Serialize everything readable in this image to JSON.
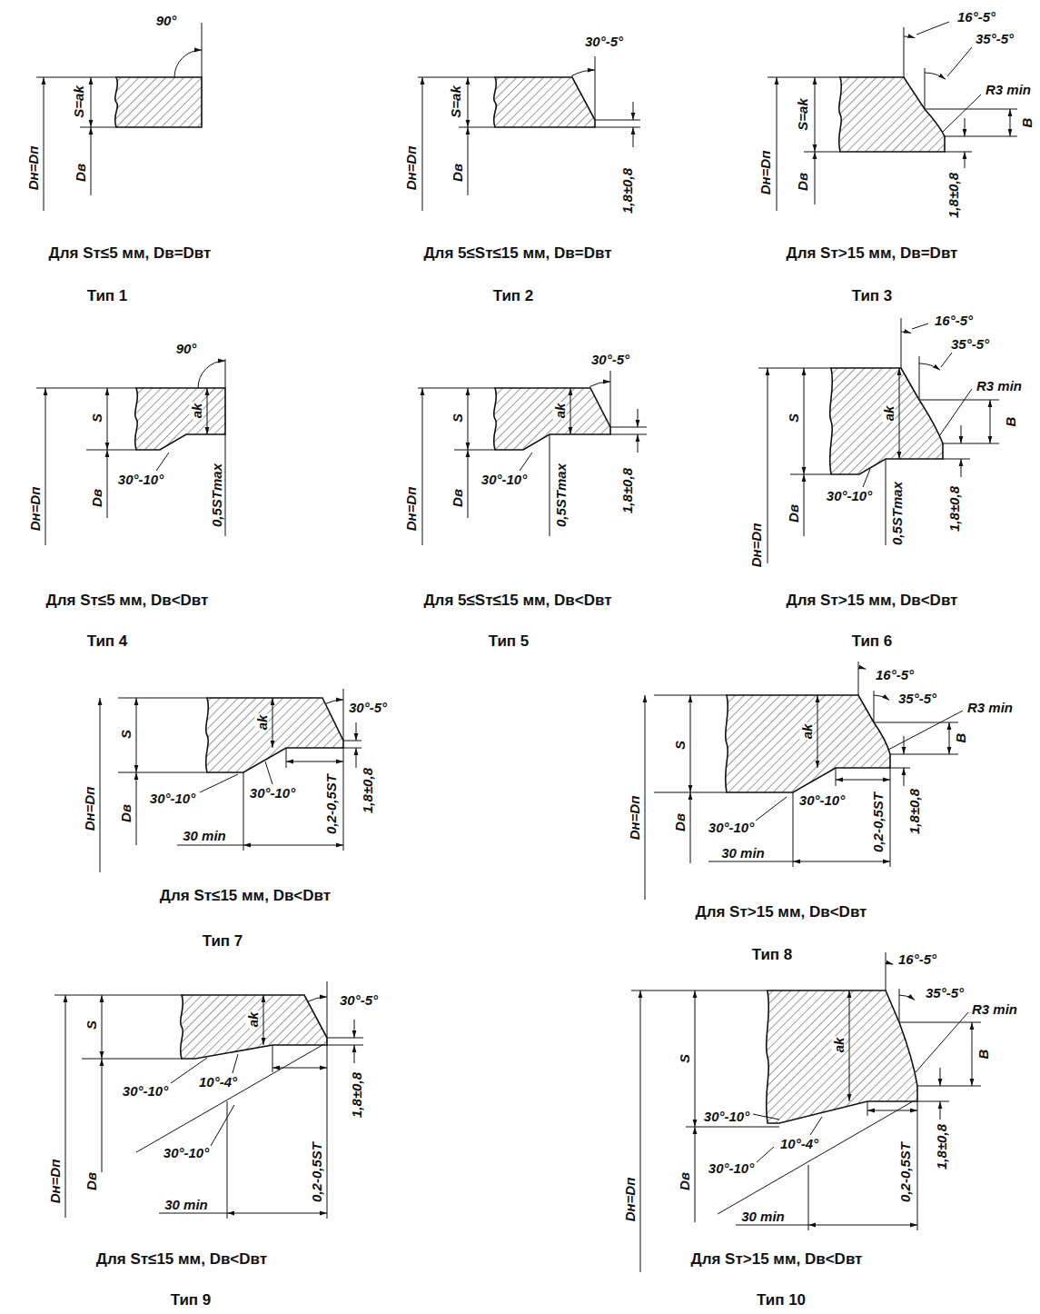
{
  "diagram": {
    "labels": [
      "90°",
      "S=ak",
      "Dн=Dп",
      "Dв",
      "Для Sт≤5 мм, Dв=Dвт",
      "Тип 1",
      "30°-5°",
      "S=ak",
      "Dн=Dп",
      "Dв",
      "1,8±0,8",
      "Для 5≤Sт≤15 мм, Dв=Dвт",
      "Тип 2",
      "16°-5°",
      "35°-5°",
      "R3 min",
      "B",
      "1,8±0,8",
      "S=ak",
      "Dн=Dп",
      "Dв",
      "Для Sт>15 мм, Dв=Dвт",
      "Тип 3",
      "90°",
      "ak",
      "S",
      "30°-10°",
      "0,5STmax",
      "Dн=Dп",
      "Dв",
      "Для Sт≤5 мм, Dв<Dвт",
      "Тип 4",
      "30°-5°",
      "ak",
      "S",
      "30°-10°",
      "0,5STmax",
      "1,8±0,8",
      "Dн=Dп",
      "Dв",
      "Для 5≤Sт≤15 мм, Dв<Dвт",
      "Тип 5",
      "16°-5°",
      "35°-5°",
      "R3 min",
      "ak",
      "S",
      "30°-10°",
      "0,5STmax",
      "1,8±0,8",
      "B",
      "Dн=Dп",
      "Dв",
      "Для Sт>15 мм, Dв<Dвт",
      "Тип 6",
      "30°-5°",
      "ak",
      "S",
      "30°-10°",
      "30°-10°",
      "30 min",
      "0,2-0,5ST",
      "1,8±0,8",
      "Dн=Dп",
      "Dв",
      "Для Sт≤15 мм, Dв<Dвт",
      "Тип 7",
      "16°-5°",
      "35°-5°",
      "R3 min",
      "ak",
      "S",
      "30°-10°",
      "30°-10°",
      "30 min",
      "0,2-0,5ST",
      "1,8±0,8",
      "B",
      "Dн=Dп",
      "Dв",
      "Для Sт>15 мм, Dв<Dвт",
      "Тип 8",
      "30°-5°",
      "ak",
      "S",
      "30°-10°",
      "10°-4°",
      "30°-10°",
      "30 min",
      "0,2-0,5ST",
      "1,8±0,8",
      "Dн=Dп",
      "Dв",
      "Для Sт≤15 мм, Dв<Dвт",
      "Тип 9",
      "16°-5°",
      "35°-5°",
      "R3 min",
      "ak",
      "S",
      "30°-10°",
      "10°-4°",
      "30°-10°",
      "30 min",
      "0,2-0,5ST",
      "1,8±0,8",
      "B",
      "Dн=Dп",
      "Dв",
      "Для Sт>15 мм, Dв<Dвт",
      "Тип 10"
    ]
  }
}
